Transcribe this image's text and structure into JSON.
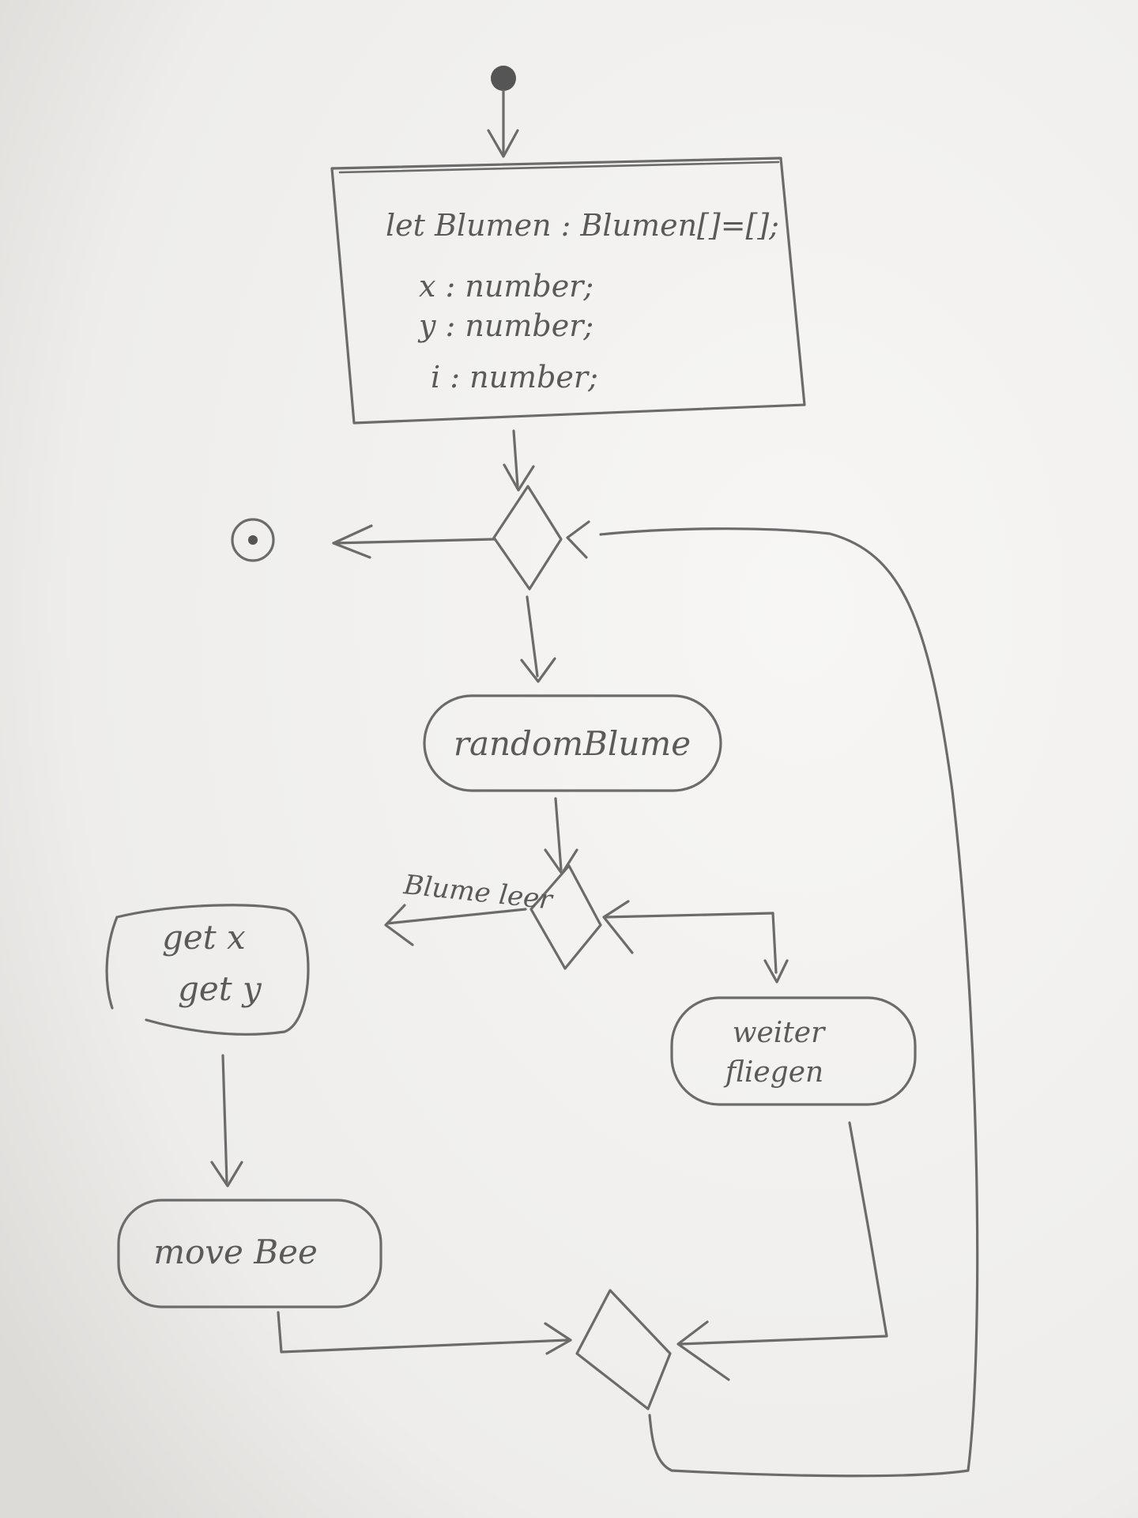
{
  "diagram": {
    "init_box": {
      "line1": "let Blumen : Blumen[]=[];",
      "line2": "x : number;",
      "line3": "y : number;",
      "line4": "i : number;"
    },
    "action_random": "randomBlume",
    "guard_blume_leer": "Blume leer",
    "action_get": {
      "line1": "get x",
      "line2": "get y"
    },
    "action_move": "move Bee",
    "action_weiter": {
      "line1": "weiter",
      "line2": "fliegen"
    }
  }
}
